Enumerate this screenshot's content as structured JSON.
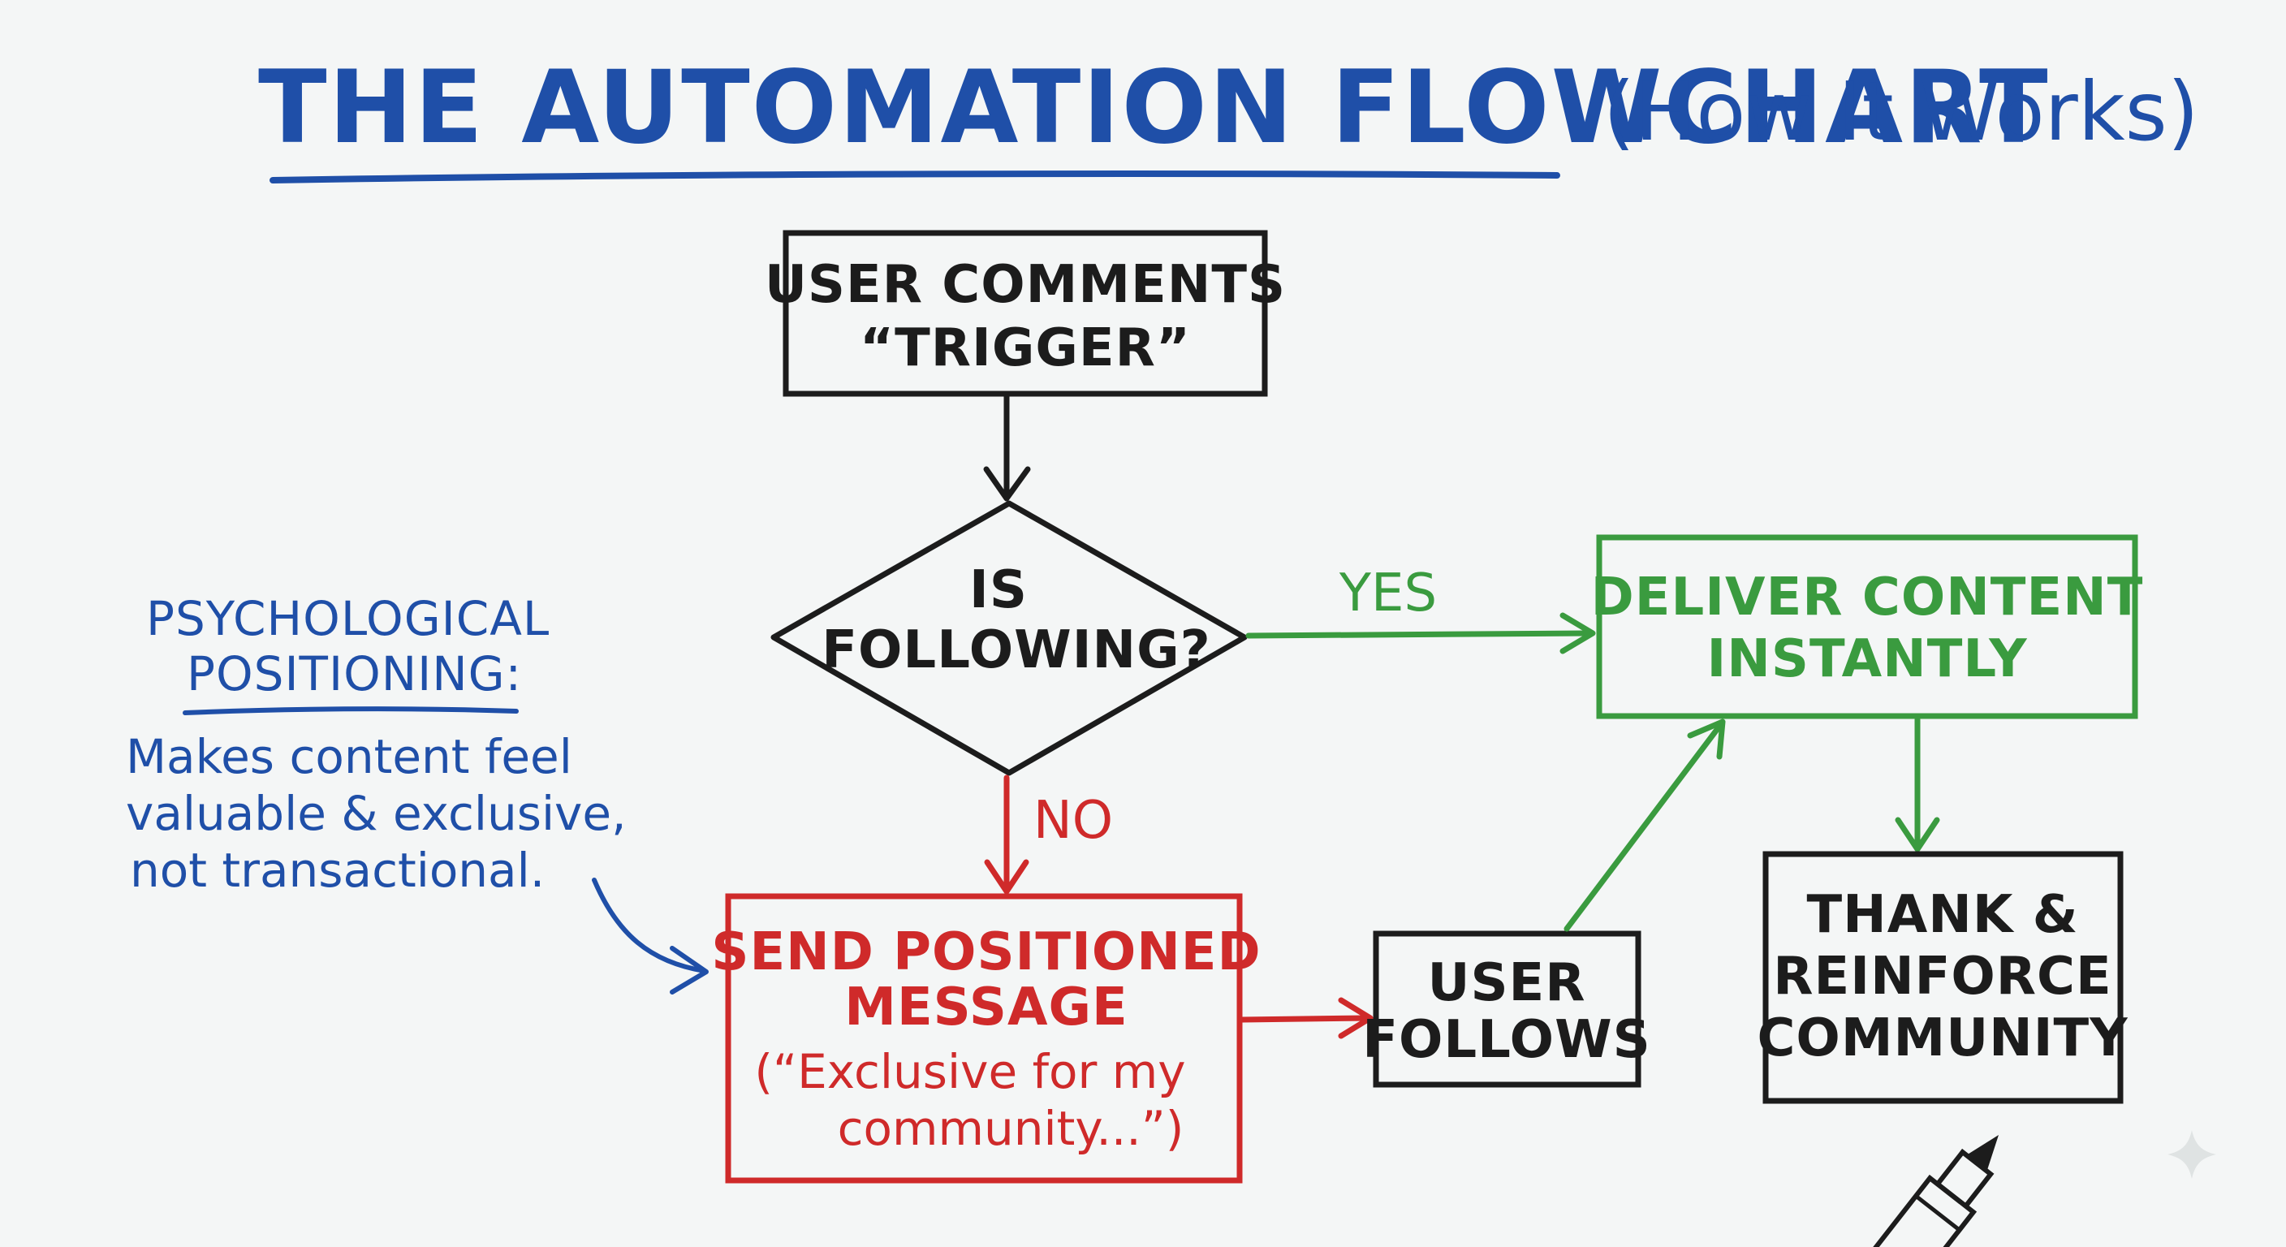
{
  "colors": {
    "background": "#f4f6f6",
    "blue": "#1f4fa8",
    "black": "#1c1c1c",
    "green": "#3a9b3f",
    "red": "#cf2a2a"
  },
  "title": {
    "main": "THE AUTOMATION FLOWCHART",
    "sub": "(How It Works)"
  },
  "nodes": {
    "trigger": {
      "line1": "USER COMMENTS",
      "line2": "“TRIGGER”"
    },
    "decision": {
      "line1": "IS",
      "line2": "FOLLOWING?"
    },
    "deliver": {
      "line1": "DELIVER CONTENT",
      "line2": "INSTANTLY"
    },
    "send": {
      "line1": "SEND POSITIONED",
      "line2": "MESSAGE",
      "line3": "(“Exclusive for my",
      "line4": "community...”)"
    },
    "user_follows": {
      "line1": "USER",
      "line2": "FOLLOWS"
    },
    "thank": {
      "line1": "THANK &",
      "line2": "REINFORCE",
      "line3": "COMMUNITY"
    }
  },
  "edge_labels": {
    "yes": "YES",
    "no": "NO"
  },
  "note": {
    "heading_line1": "PSYCHOLOGICAL",
    "heading_line2": "POSITIONING:",
    "body_line1": "Makes content feel",
    "body_line2": "valuable & exclusive,",
    "body_line3": "not transactional."
  },
  "icons": {
    "marker": "marker-pen-icon",
    "sparkle": "sparkle-icon"
  }
}
